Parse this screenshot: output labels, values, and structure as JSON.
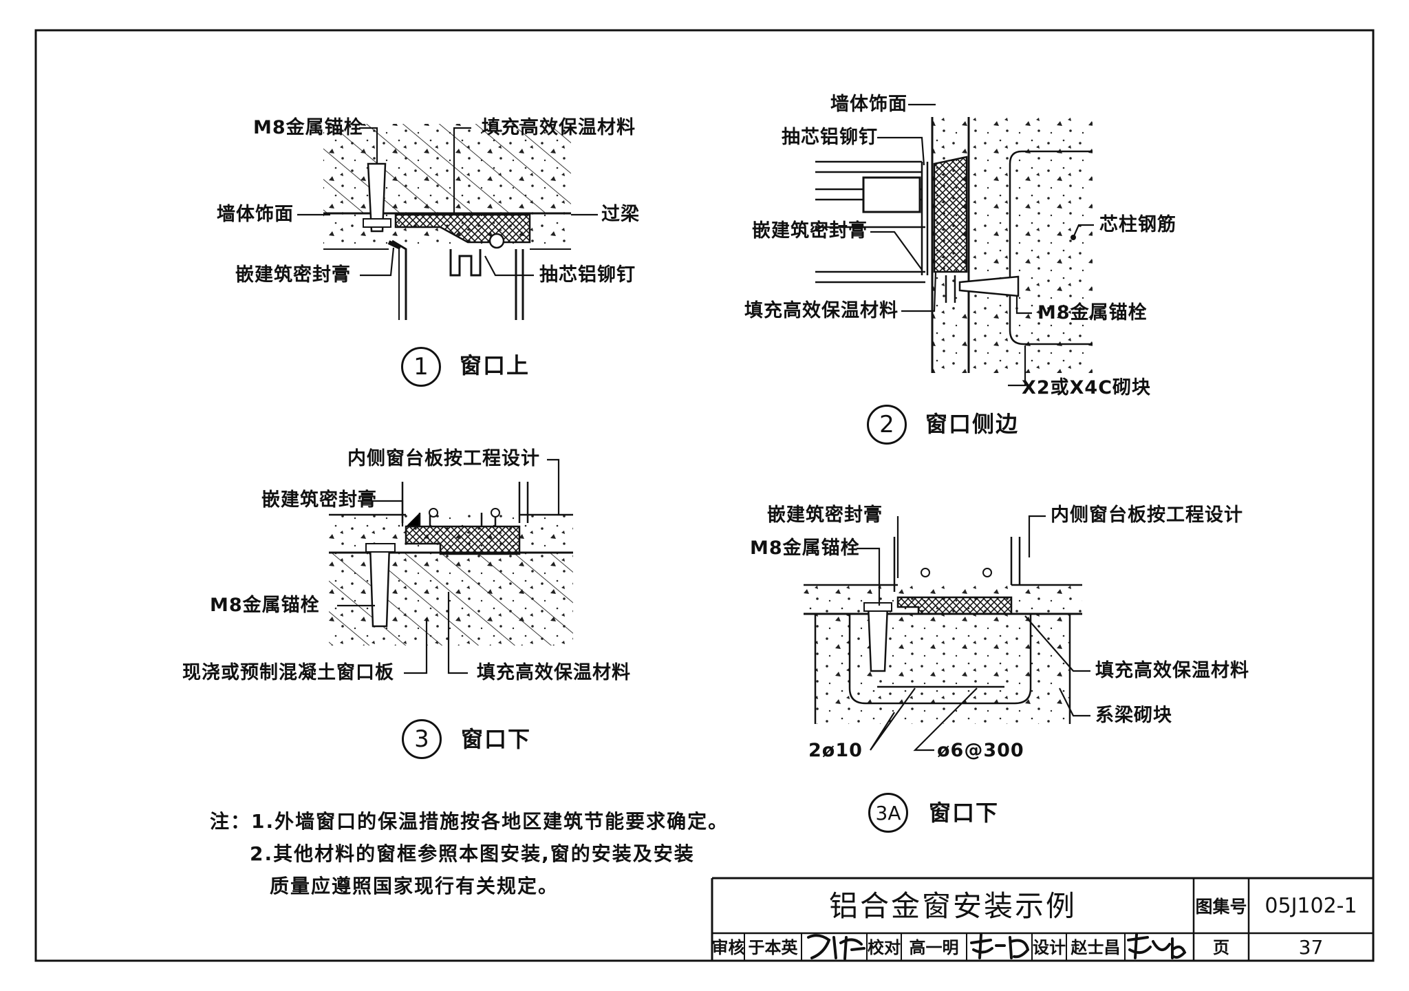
{
  "details": {
    "d1": {
      "number": "1",
      "caption": "窗口上",
      "labels": {
        "anchor": "M8金属锚栓",
        "fill": "填充高效保温材料",
        "finish": "墙体饰面",
        "beam": "过梁",
        "sealant": "嵌建筑密封膏",
        "rivet": "抽芯铝铆钉"
      }
    },
    "d2": {
      "number": "2",
      "caption": "窗口侧边",
      "labels": {
        "finish": "墙体饰面",
        "rivet": "抽芯铝铆钉",
        "rebar": "芯柱钢筋",
        "sealant": "嵌建筑密封膏",
        "fill": "填充高效保温材料",
        "anchor": "M8金属锚栓",
        "block": "X2或X4C砌块"
      }
    },
    "d3": {
      "number": "3",
      "caption": "窗口下",
      "labels": {
        "sill": "内侧窗台板按工程设计",
        "sealant": "嵌建筑密封膏",
        "anchor": "M8金属锚栓",
        "board": "现浇或预制混凝土窗口板",
        "fill": "填充高效保温材料"
      }
    },
    "d3a": {
      "number": "3A",
      "caption": "窗口下",
      "labels": {
        "sealant": "嵌建筑密封膏",
        "sill": "内侧窗台板按工程设计",
        "anchor": "M8金属锚栓",
        "fill": "填充高效保温材料",
        "beam_block": "系梁砌块",
        "bars": "2ø10",
        "stirrup": "ø6@300"
      }
    }
  },
  "notes": {
    "line1": "注：1.外墙窗口的保温措施按各地区建筑节能要求确定。",
    "line2": "2.其他材料的窗框参照本图安装,窗的安装及安装",
    "line3": "质量应遵照国家现行有关规定。"
  },
  "title_block": {
    "title": "铝合金窗安装示例",
    "atlas_label": "图集号",
    "atlas_no": "05J102-1",
    "review_label": "审核",
    "reviewer": "于本英",
    "check_label": "校对",
    "checker": "高一明",
    "design_label": "设计",
    "designer": "赵士昌",
    "page_label": "页",
    "page_no": "37"
  }
}
